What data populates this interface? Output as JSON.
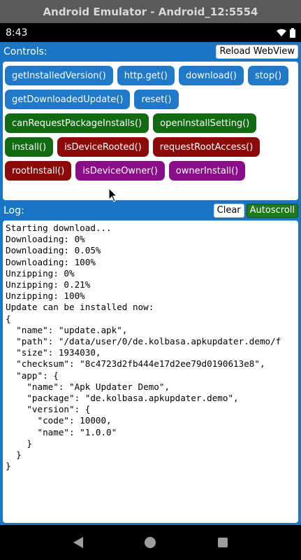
{
  "window": {
    "title": "Android Emulator - Android_12:5554"
  },
  "status_bar": {
    "time": "8:43"
  },
  "controls": {
    "label": "Controls:",
    "reload_label": "Reload WebView",
    "rows": [
      [
        {
          "label": "getInstalledVersion()",
          "color": "blue"
        },
        {
          "label": "http.get()",
          "color": "blue"
        },
        {
          "label": "download()",
          "color": "blue"
        },
        {
          "label": "stop()",
          "color": "blue"
        }
      ],
      [
        {
          "label": "getDownloadedUpdate()",
          "color": "blue"
        },
        {
          "label": "reset()",
          "color": "blue"
        }
      ],
      [
        {
          "label": "canRequestPackageInstalls()",
          "color": "green"
        },
        {
          "label": "openInstallSetting()",
          "color": "green"
        }
      ],
      [
        {
          "label": "install()",
          "color": "green"
        },
        {
          "label": "isDeviceRooted()",
          "color": "red"
        },
        {
          "label": "requestRootAccess()",
          "color": "red"
        }
      ],
      [
        {
          "label": "rootInstall()",
          "color": "red"
        },
        {
          "label": "isDeviceOwner()",
          "color": "purple"
        },
        {
          "label": "ownerInstall()",
          "color": "purple"
        }
      ]
    ]
  },
  "log": {
    "label": "Log:",
    "clear_label": "Clear",
    "autoscroll_label": "Autoscroll",
    "lines": [
      "Starting download...",
      "Downloading: 0%",
      "Downloading: 0.05%",
      "Downloading: 100%",
      "Unzipping: 0%",
      "Unzipping: 0.21%",
      "Unzipping: 100%",
      "Update can be installed now:",
      "{",
      "  \"name\": \"update.apk\",",
      "  \"path\": \"/data/user/0/de.kolbasa.apkupdater.demo/f",
      "  \"size\": 1934030,",
      "  \"checksum\": \"8c4723d2fb444e17d2ee79d0190613e8\",",
      "  \"app\": {",
      "    \"name\": \"Apk Updater Demo\",",
      "    \"package\": \"de.kolbasa.apkupdater.demo\",",
      "    \"version\": {",
      "      \"code\": 10000,",
      "      \"name\": \"1.0.0\"",
      "    }",
      "  }",
      "}"
    ]
  },
  "colors": {
    "blue": "#1f78c8",
    "green": "#126a12",
    "red": "#8c0a0a",
    "purple": "#8a0e8a",
    "app_background": "#1976c6"
  }
}
